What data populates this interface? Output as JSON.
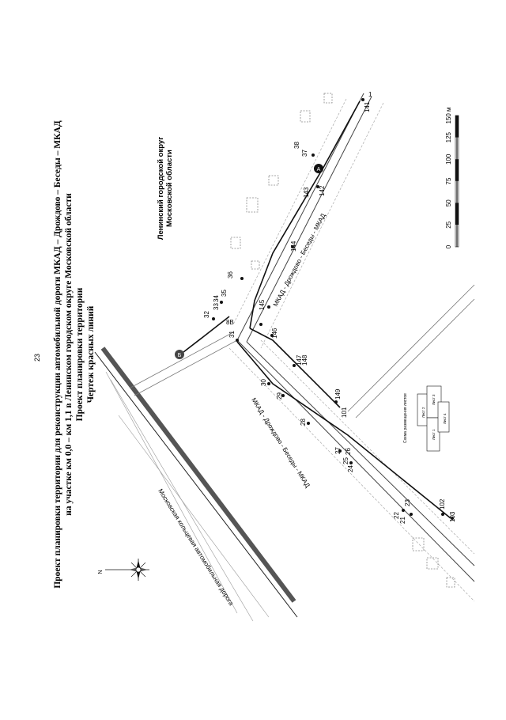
{
  "page_number": "23",
  "title": {
    "line1": "Проект планировки территории для реконструкции автомобильной дороги МКАД – Дрождово – Беседы – МКАД",
    "line2": "на участке км 0,0 – км 1,1 в Ленинском городском округе Московской области",
    "line3": "Проект планировки территории",
    "line4": "Чертеж красных линий"
  },
  "district": {
    "line1": "Ленинский городской округ",
    "line2": "Московской области"
  },
  "roads": {
    "mkad": "Московская кольцевая автомобильная дорога",
    "road_lower": "МКАД - Дрождово - Беседы - МКАД",
    "road_upper": "МКАД - Дрождово - Беседы - МКАД"
  },
  "scale_bar": {
    "ticks": [
      "0",
      "25",
      "50",
      "75",
      "100",
      "125",
      "150 м"
    ]
  },
  "sheet_scheme": {
    "title": "Схема размещения листов",
    "sheets": [
      "Лист 1",
      "Лист 2",
      "Лист 3",
      "Лист 4"
    ]
  },
  "compass": {
    "north_label": "N"
  },
  "markers": [
    "А",
    "Б",
    "В"
  ],
  "points": [
    "1",
    "8",
    "21",
    "22",
    "23",
    "24",
    "25",
    "26",
    "27",
    "28",
    "29",
    "30",
    "31",
    "32",
    "33",
    "34",
    "35",
    "36",
    "37",
    "38",
    "101",
    "102",
    "103",
    "141",
    "142",
    "143",
    "144",
    "145",
    "146",
    "147",
    "148",
    "149"
  ]
}
